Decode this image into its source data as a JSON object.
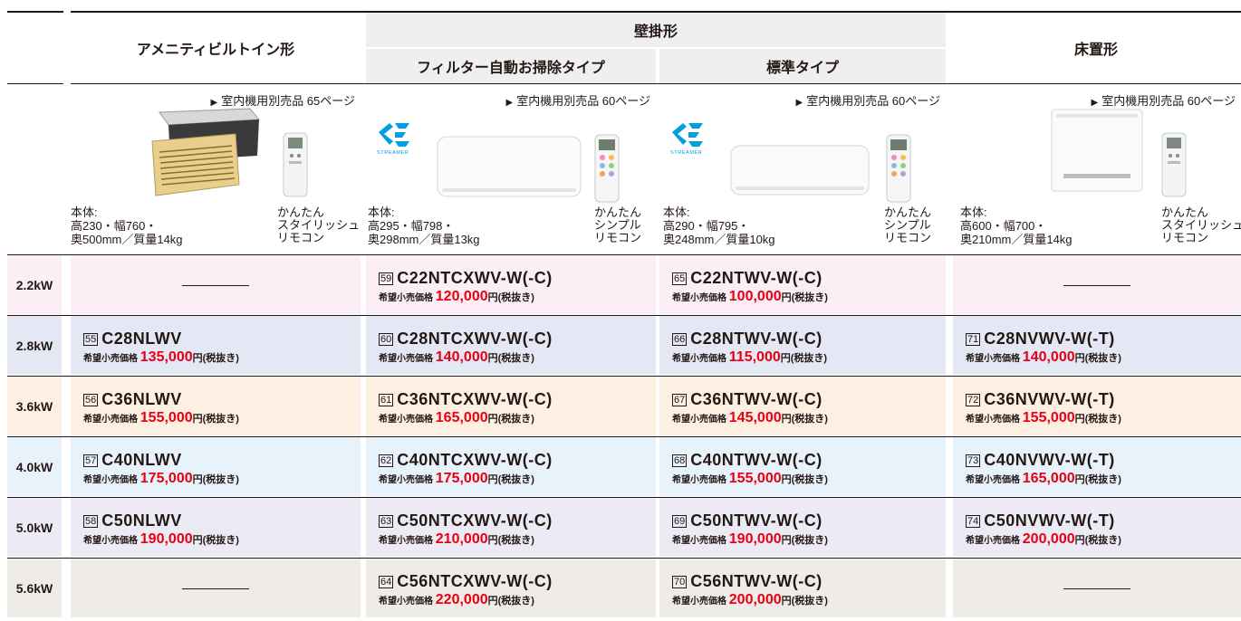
{
  "headers": {
    "builtin": "アメニティビルトイン形",
    "wall": "壁掛形",
    "filter": "フィルター自動お掃除タイプ",
    "standard": "標準タイプ",
    "floor": "床置形"
  },
  "columns": [
    {
      "page_link": "室内機用別売品 65ページ",
      "spec_lines": [
        "本体:",
        "高230・幅760・",
        "奥500mm／質量14kg"
      ],
      "remote_lines": [
        "かんたん",
        "スタイリッシュ",
        "リモコン"
      ]
    },
    {
      "page_link": "室内機用別売品 60ページ",
      "spec_lines": [
        "本体:",
        "高295・幅798・",
        "奥298mm／質量13kg"
      ],
      "remote_lines": [
        "かんたん",
        "シンプル",
        "リモコン"
      ],
      "badge": "STREAMER"
    },
    {
      "page_link": "室内機用別売品 60ページ",
      "spec_lines": [
        "本体:",
        "高290・幅795・",
        "奥248mm／質量10kg"
      ],
      "remote_lines": [
        "かんたん",
        "シンプル",
        "リモコン"
      ],
      "badge": "STREAMER"
    },
    {
      "page_link": "室内機用別売品 60ページ",
      "spec_lines": [
        "本体:",
        "高600・幅700・",
        "奥210mm／質量14kg"
      ],
      "remote_lines": [
        "かんたん",
        "スタイリッシュ",
        "リモコン"
      ]
    }
  ],
  "price_label": "希望小売価格",
  "yen_suffix": "円(税抜き)",
  "rows": [
    {
      "kw": "2.2kW",
      "color": "#fbeef4",
      "cells": [
        null,
        {
          "num": "59",
          "model": "C22NTCXWV-W(-C)",
          "price": "120,000"
        },
        {
          "num": "65",
          "model": "C22NTWV-W(-C)",
          "price": "100,000"
        },
        null
      ]
    },
    {
      "kw": "2.8kW",
      "color": "#e3e8f4",
      "cells": [
        {
          "num": "55",
          "model": "C28NLWV",
          "price": "135,000"
        },
        {
          "num": "60",
          "model": "C28NTCXWV-W(-C)",
          "price": "140,000"
        },
        {
          "num": "66",
          "model": "C28NTWV-W(-C)",
          "price": "115,000"
        },
        {
          "num": "71",
          "model": "C28NVWV-W(-T)",
          "price": "140,000"
        }
      ]
    },
    {
      "kw": "3.6kW",
      "color": "#fdf0e2",
      "cells": [
        {
          "num": "56",
          "model": "C36NLWV",
          "price": "155,000"
        },
        {
          "num": "61",
          "model": "C36NTCXWV-W(-C)",
          "price": "165,000"
        },
        {
          "num": "67",
          "model": "C36NTWV-W(-C)",
          "price": "145,000"
        },
        {
          "num": "72",
          "model": "C36NVWV-W(-T)",
          "price": "155,000"
        }
      ]
    },
    {
      "kw": "4.0kW",
      "color": "#e8f2fb",
      "cells": [
        {
          "num": "57",
          "model": "C40NLWV",
          "price": "175,000"
        },
        {
          "num": "62",
          "model": "C40NTCXWV-W(-C)",
          "price": "175,000"
        },
        {
          "num": "68",
          "model": "C40NTWV-W(-C)",
          "price": "155,000"
        },
        {
          "num": "73",
          "model": "C40NVWV-W(-T)",
          "price": "165,000"
        }
      ]
    },
    {
      "kw": "5.0kW",
      "color": "#eceaf5",
      "cells": [
        {
          "num": "58",
          "model": "C50NLWV",
          "price": "190,000"
        },
        {
          "num": "63",
          "model": "C50NTCXWV-W(-C)",
          "price": "210,000"
        },
        {
          "num": "69",
          "model": "C50NTWV-W(-C)",
          "price": "190,000"
        },
        {
          "num": "74",
          "model": "C50NVWV-W(-T)",
          "price": "200,000"
        }
      ]
    },
    {
      "kw": "5.6kW",
      "color": "#efebe6",
      "cells": [
        null,
        {
          "num": "64",
          "model": "C56NTCXWV-W(-C)",
          "price": "220,000"
        },
        {
          "num": "70",
          "model": "C56NTWV-W(-C)",
          "price": "200,000"
        },
        null
      ]
    }
  ]
}
